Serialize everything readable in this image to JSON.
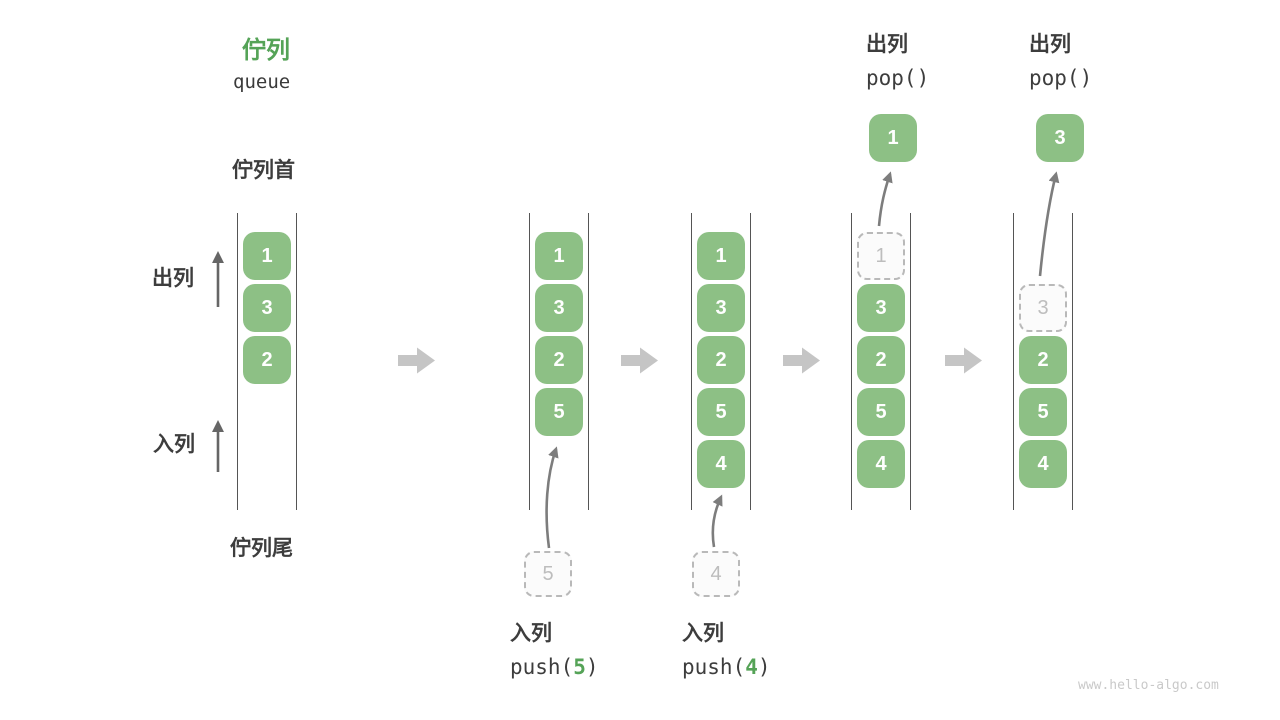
{
  "title": {
    "zh": "佇列",
    "en": "queue"
  },
  "labels": {
    "front": "佇列首",
    "rear": "佇列尾",
    "dequeue_side": "出列",
    "enqueue_side": "入列"
  },
  "operations": {
    "push_a": {
      "name": "入列",
      "fn": "push(",
      "arg": "5",
      "close": ")"
    },
    "push_b": {
      "name": "入列",
      "fn": "push(",
      "arg": "4",
      "close": ")"
    },
    "pop_a": {
      "name": "出列",
      "code": "pop()"
    },
    "pop_b": {
      "name": "出列",
      "code": "pop()"
    }
  },
  "queue_states": [
    {
      "cells": [
        {
          "v": "1"
        },
        {
          "v": "3"
        },
        {
          "v": "2"
        }
      ]
    },
    {
      "cells": [
        {
          "v": "1"
        },
        {
          "v": "3"
        },
        {
          "v": "2"
        },
        {
          "v": "5"
        }
      ],
      "incoming": "5"
    },
    {
      "cells": [
        {
          "v": "1"
        },
        {
          "v": "3"
        },
        {
          "v": "2"
        },
        {
          "v": "5"
        },
        {
          "v": "4"
        }
      ],
      "incoming": "4"
    },
    {
      "cells": [
        {
          "v": "1",
          "state": "ghost"
        },
        {
          "v": "3"
        },
        {
          "v": "2"
        },
        {
          "v": "5"
        },
        {
          "v": "4"
        }
      ],
      "popped": "1"
    },
    {
      "cells": [
        {
          "v": "3",
          "state": "ghost"
        },
        {
          "v": "2"
        },
        {
          "v": "5"
        },
        {
          "v": "4"
        }
      ],
      "popped": "3"
    }
  ],
  "watermark": "www.hello-algo.com",
  "colors": {
    "cell_green": "#8dc085",
    "accent_green": "#55a357",
    "arrow_gray": "#c5c5c5",
    "thin_arrow_gray": "#7d7d7d",
    "text_dark": "#3d3d3d"
  }
}
